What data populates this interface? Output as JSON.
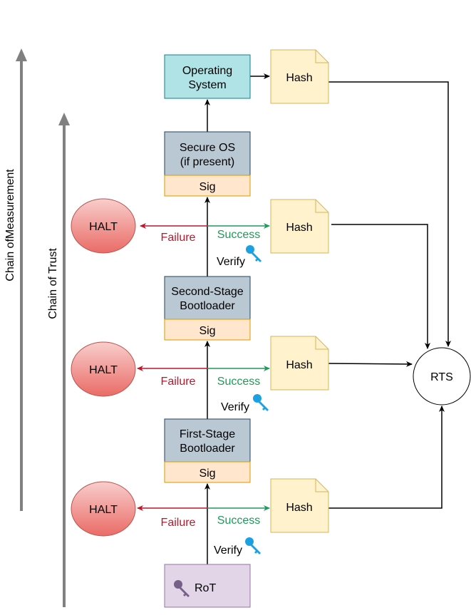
{
  "axes": {
    "measurement": "Chain ofMeasurement",
    "trust": "Chain of Trust"
  },
  "blocks": {
    "os": [
      "Operating",
      "System"
    ],
    "secure_os": [
      "Secure OS",
      "(if present)"
    ],
    "second_stage": [
      "Second-Stage",
      "Bootloader"
    ],
    "first_stage": [
      "First-Stage",
      "Bootloader"
    ],
    "rot": "RoT",
    "sig": "Sig",
    "hash": "Hash",
    "halt": "HALT",
    "rts": "RTS"
  },
  "labels": {
    "failure": "Failure",
    "success": "Success",
    "verify": "Verify"
  },
  "colors": {
    "os_fill": "#b0e3e6",
    "os_stroke": "#0e8088",
    "stage_fill": "#bac8d3",
    "stage_stroke": "#23445d",
    "sig_fill": "#ffe6cc",
    "sig_stroke": "#d79b00",
    "hash_fill": "#fff2cc",
    "hash_stroke": "#d6b656",
    "halt_stroke": "#b85450",
    "rot_fill": "#e1d5e7",
    "rot_stroke": "#9673a6",
    "failure": "#c0162a",
    "success": "#1f9a5a",
    "key_blue": "#1ba1e2",
    "key_purple": "#76608a"
  }
}
